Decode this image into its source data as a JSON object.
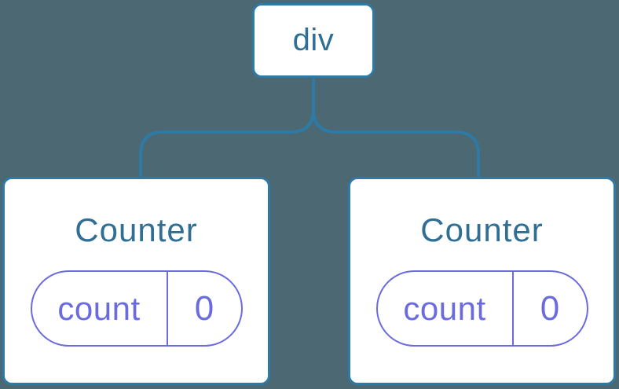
{
  "diagram": {
    "root": {
      "label": "div"
    },
    "children": [
      {
        "label": "Counter",
        "state": {
          "key": "count",
          "value": "0"
        }
      },
      {
        "label": "Counter",
        "state": {
          "key": "count",
          "value": "0"
        }
      }
    ]
  },
  "colors": {
    "background": "#4c6872",
    "node_background": "#ffffff",
    "node_border": "#2e7aa6",
    "node_text": "#306f93",
    "connector": "#2e7aa6",
    "state_accent": "#6b6be0"
  }
}
